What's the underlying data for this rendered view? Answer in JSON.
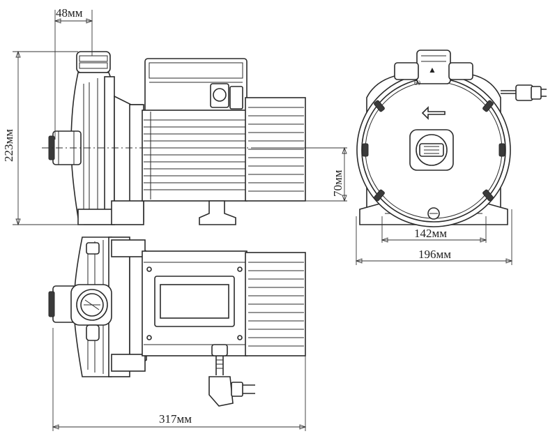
{
  "dimensions": {
    "top_inlet_width": "48мм",
    "overall_height": "223мм",
    "shaft_height": "70мм",
    "foot_spacing": "142мм",
    "overall_width": "196мм",
    "overall_length": "317мм"
  },
  "front_view": {
    "rotation_arrow": "rotation-arrow-icon",
    "mark_label": "60"
  },
  "colors": {
    "line": "#2a2a2a",
    "background": "#ffffff"
  }
}
